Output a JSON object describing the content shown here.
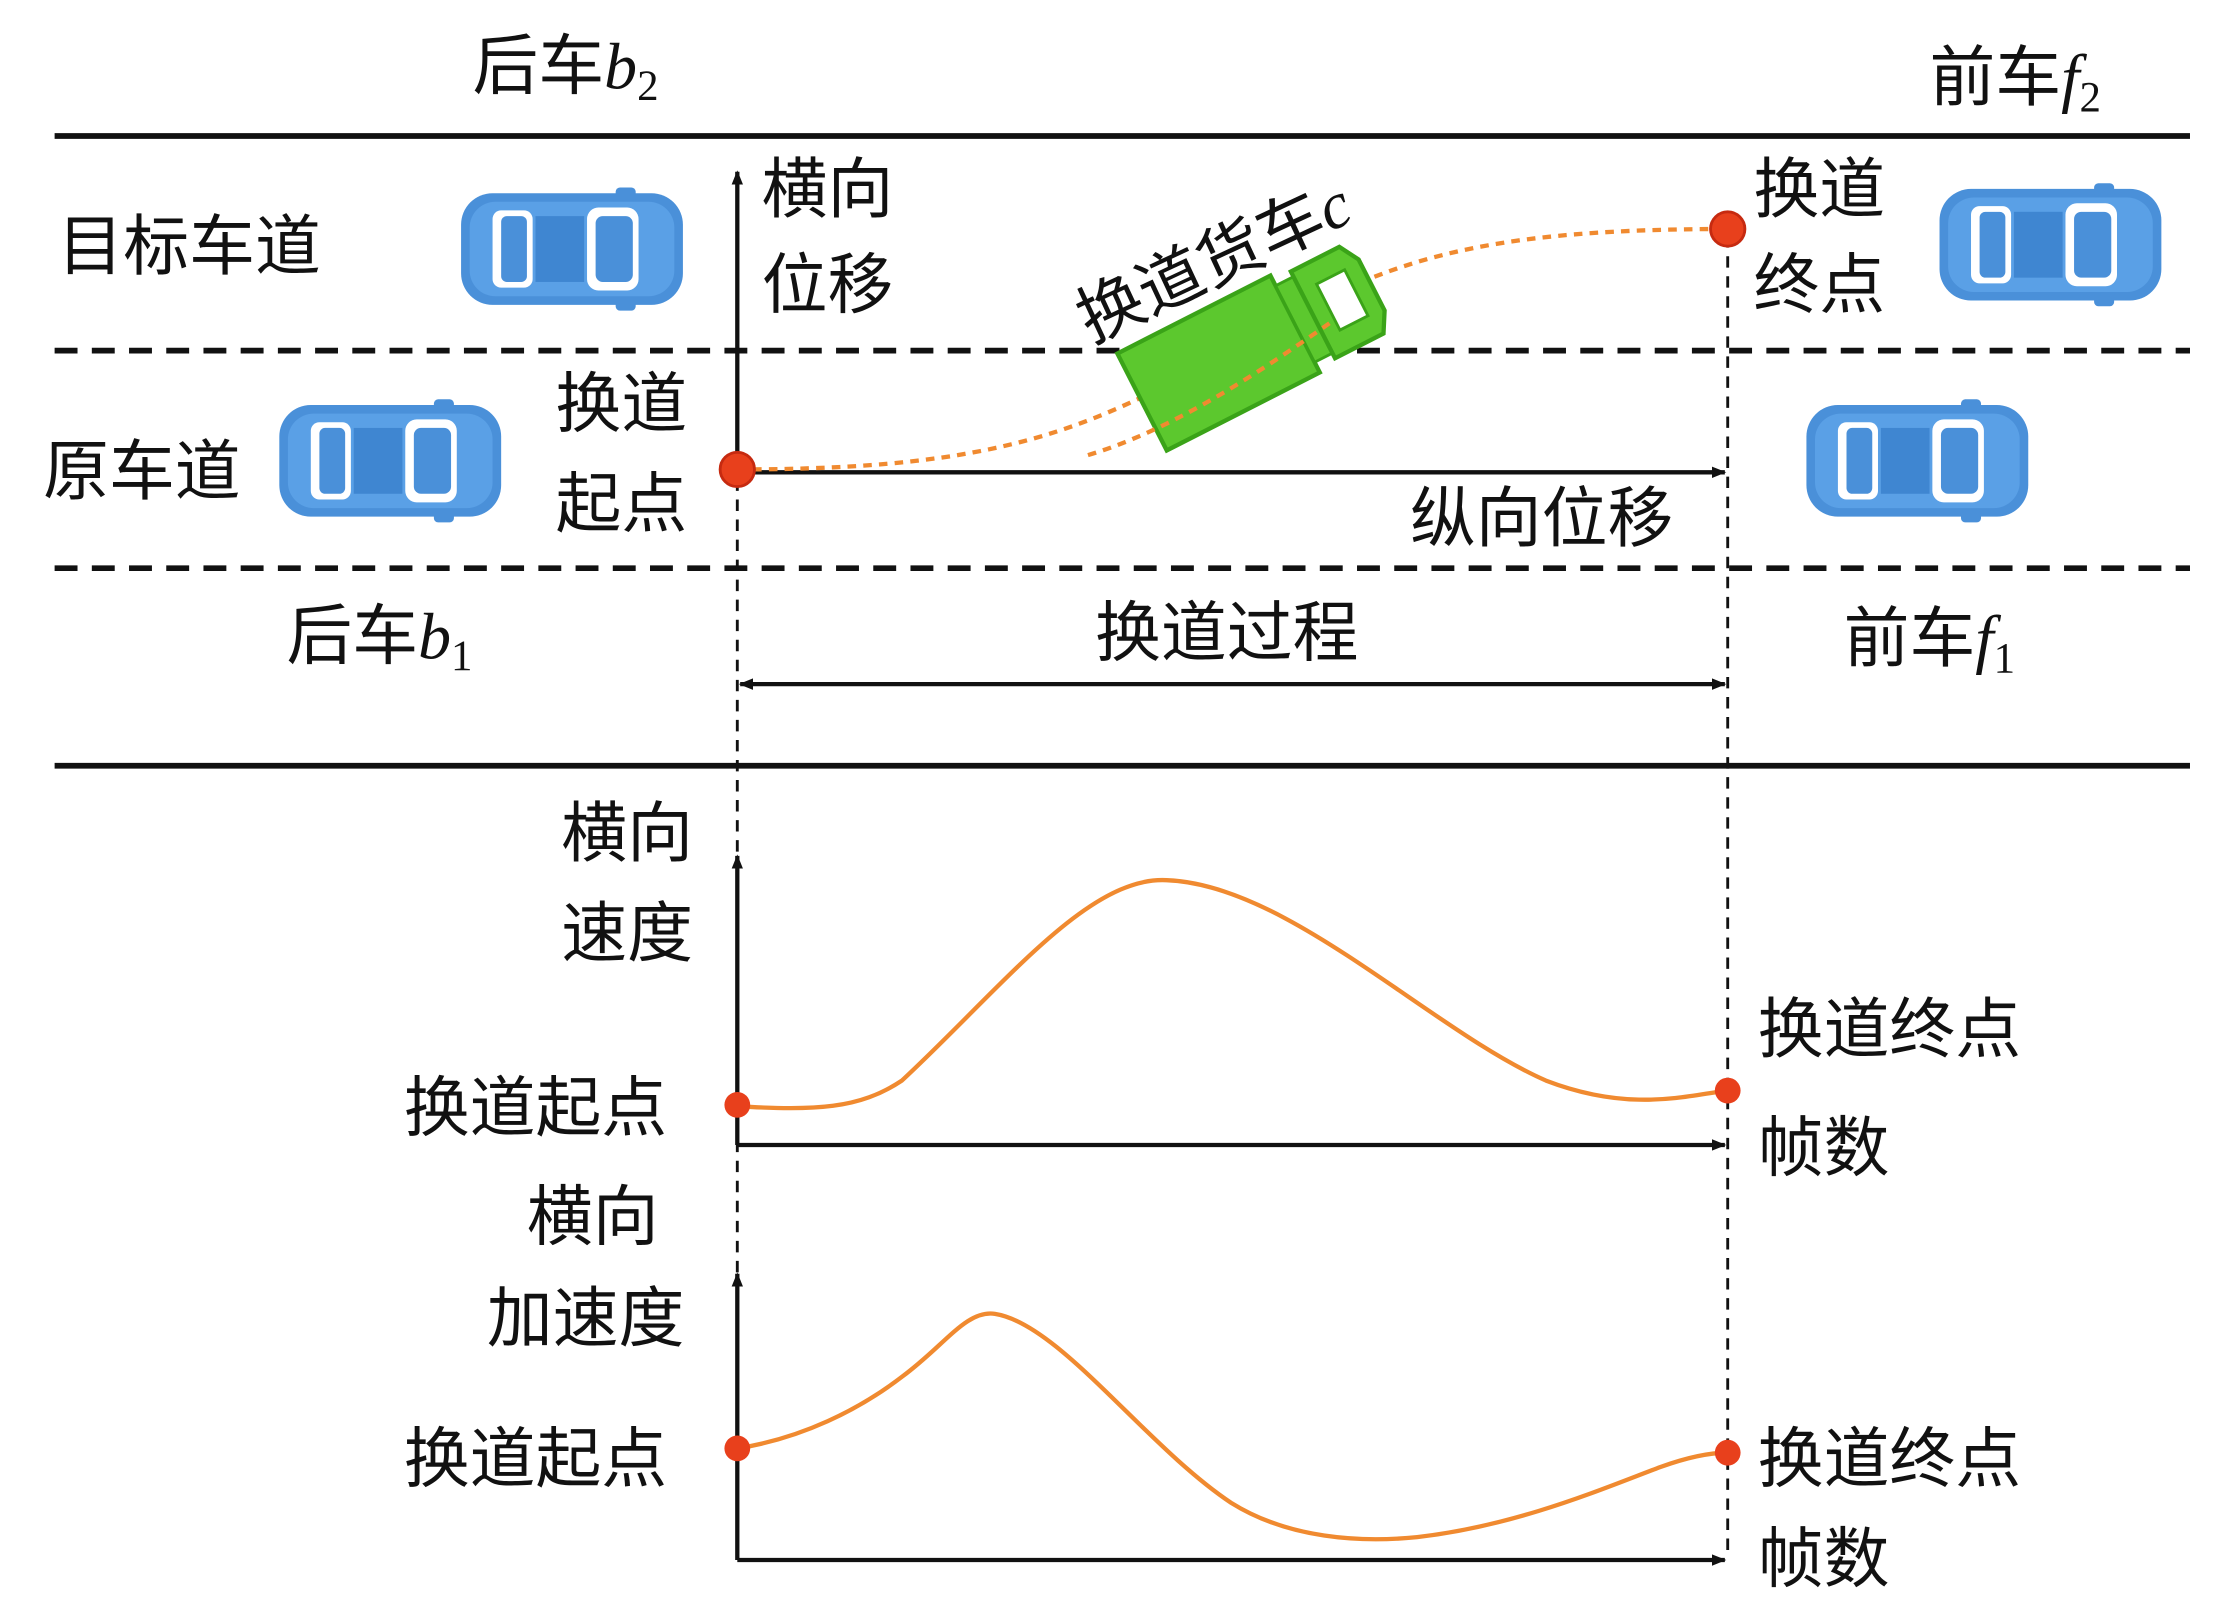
{
  "labels": {
    "rear_car_2": {
      "text": "后车",
      "var": "b",
      "sub": "2"
    },
    "front_car_2": {
      "text": "前车",
      "var": "f",
      "sub": "2"
    },
    "rear_car_1": {
      "text": "后车",
      "var": "b",
      "sub": "1"
    },
    "front_car_1": {
      "text": "前车",
      "var": "f",
      "sub": "1"
    },
    "target_lane": "目标车道",
    "original_lane": "原车道",
    "lc_start_line1": "换道",
    "lc_start_line2": "起点",
    "lateral_disp_line1": "横向",
    "lateral_disp_line2": "位移",
    "lc_end_line1": "换道",
    "lc_end_line2": "终点",
    "truck": {
      "text": "换道货车",
      "var": "c"
    },
    "longitudinal_disp": "纵向位移",
    "lc_process": "换道过程"
  },
  "velocity_chart": {
    "ylabel_line1": "横向",
    "ylabel_line2": "速度",
    "start_label": "换道起点",
    "end_label": "换道终点",
    "xlabel": "帧数"
  },
  "accel_chart": {
    "ylabel_line1": "横向",
    "ylabel_line2": "加速度",
    "start_label": "换道起点",
    "end_label": "换道终点",
    "xlabel": "帧数"
  },
  "colors": {
    "car": "#4a90d9",
    "car_dark": "#2f78c8",
    "truck": "#5cc82e",
    "curve": "#f08a30",
    "dot": "#e8401c"
  }
}
